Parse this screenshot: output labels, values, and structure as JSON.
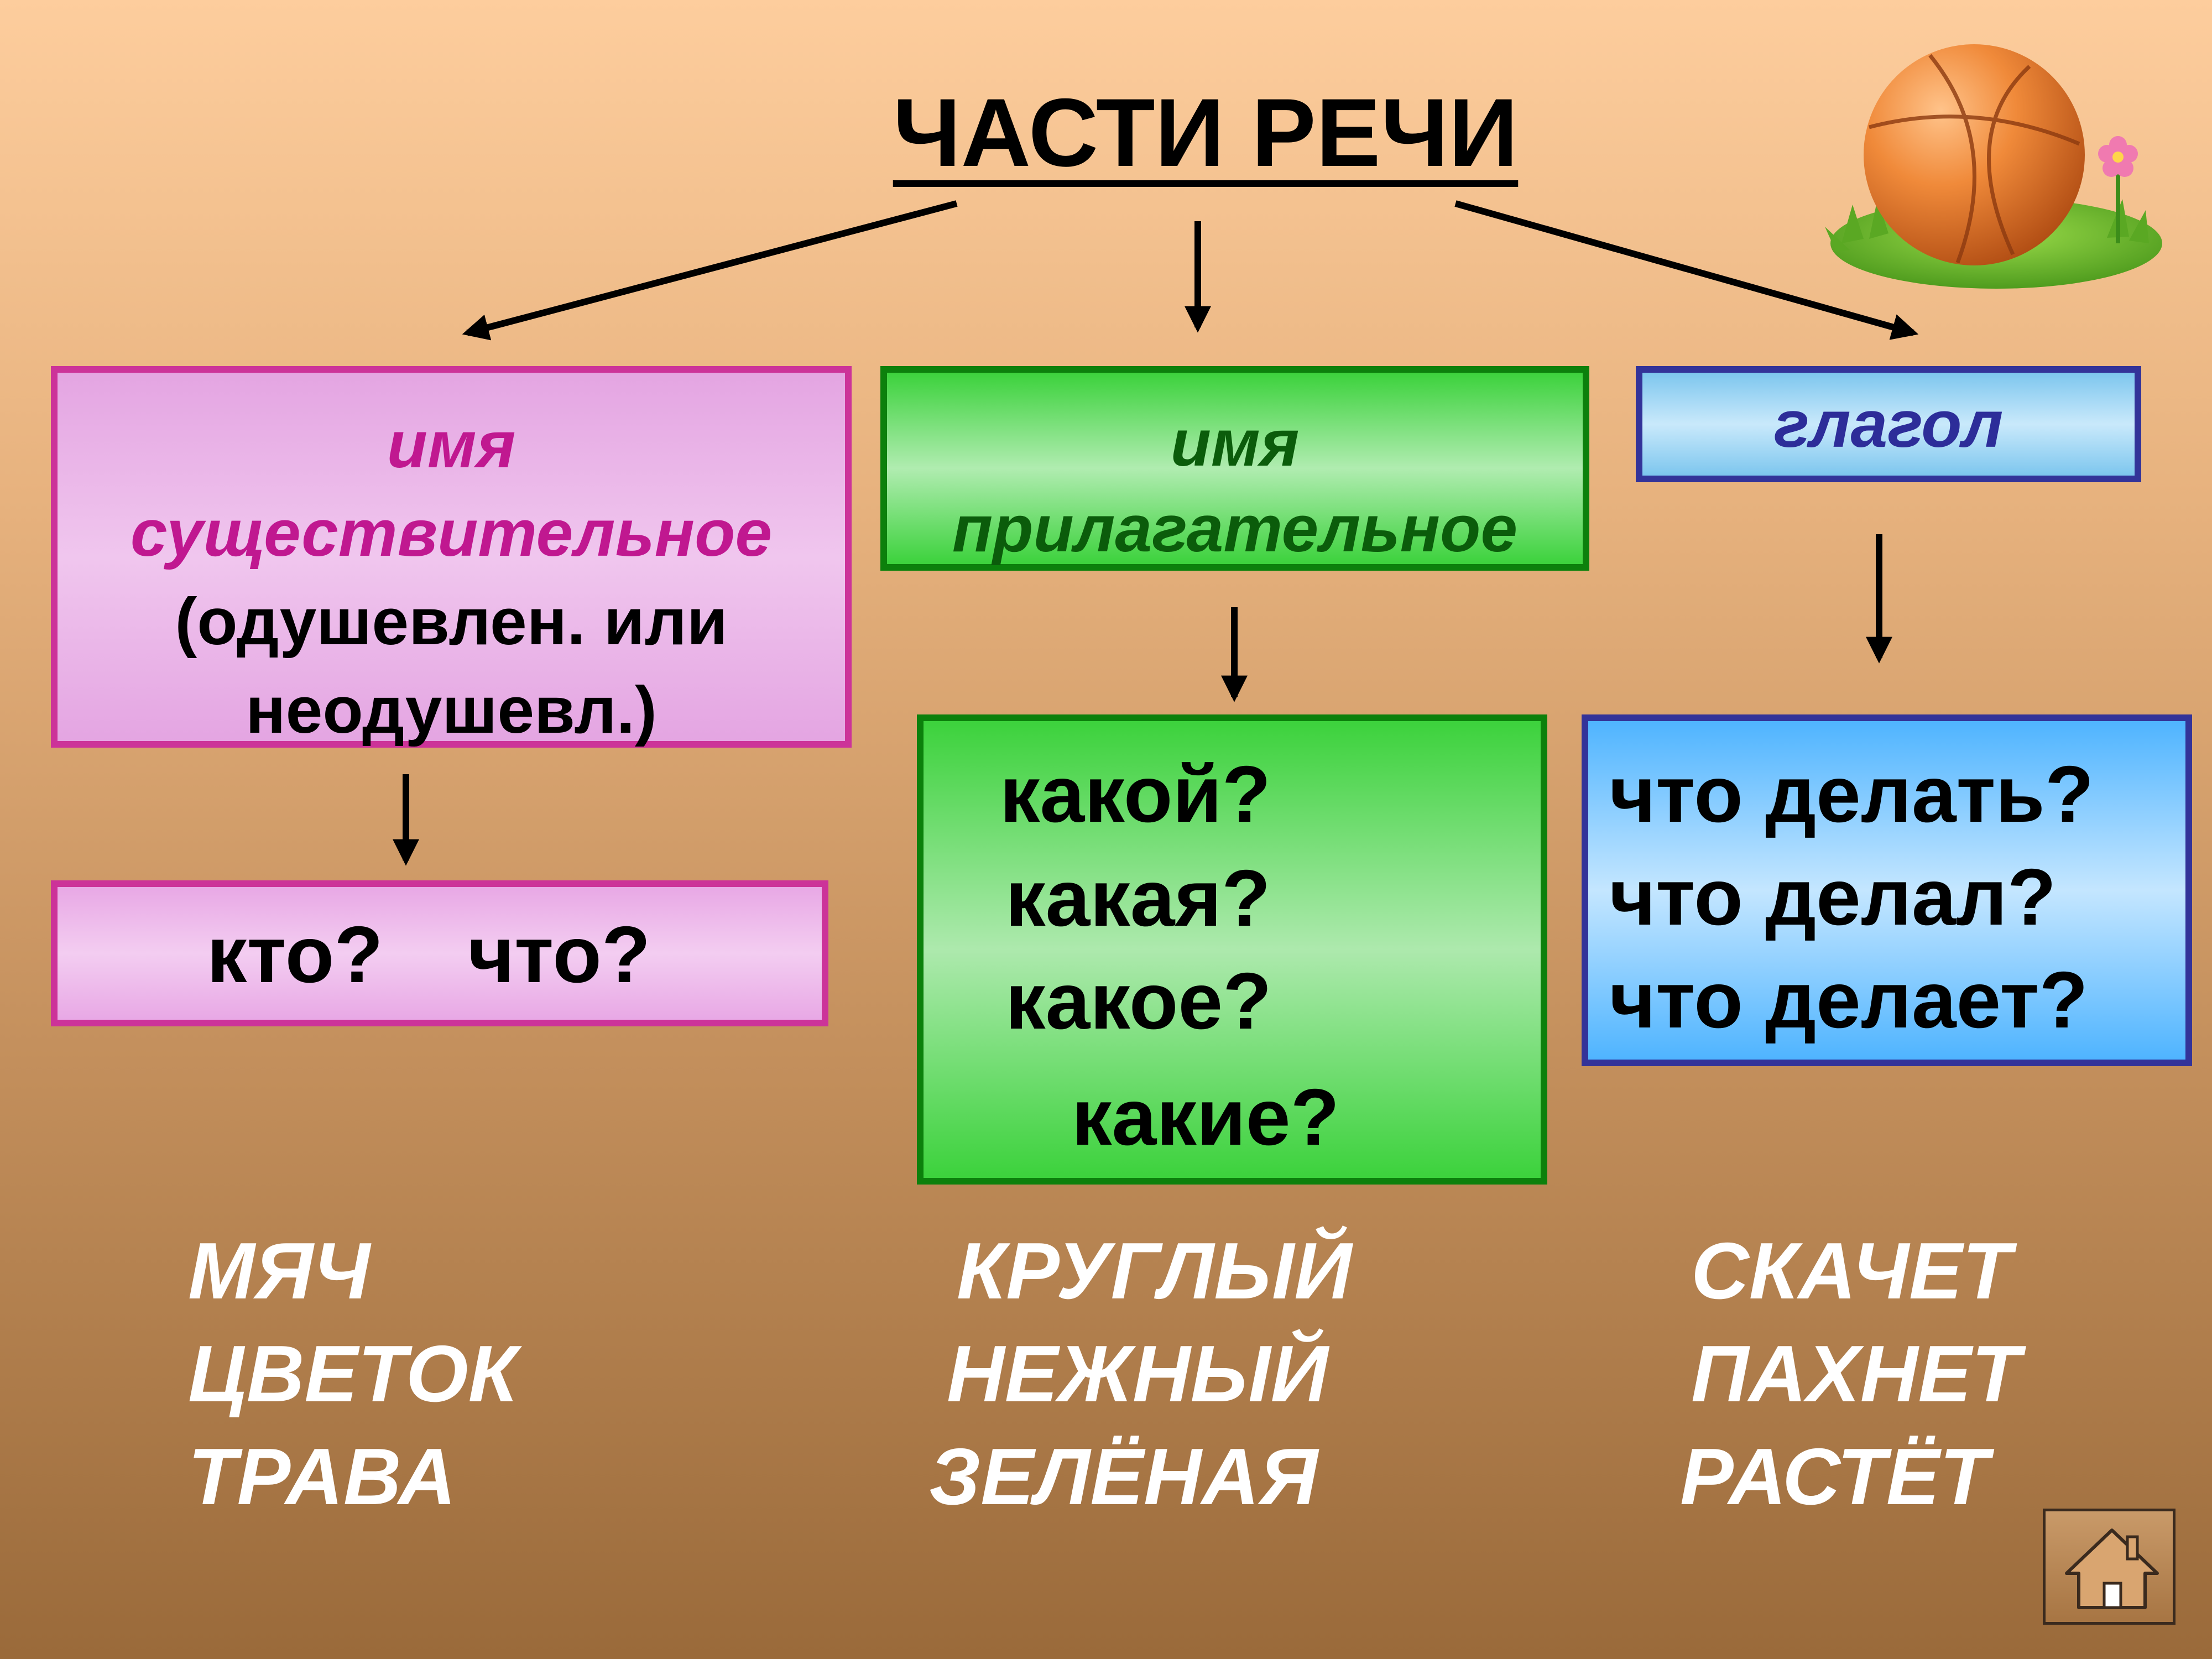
{
  "title": "ЧАСТИ РЕЧИ",
  "noun": {
    "name_line1": "имя",
    "name_line2": "существительное",
    "note_line1": "(одушевлен. или",
    "note_line2": "неодушевл.)",
    "questions": [
      "кто?",
      "что?"
    ],
    "examples": [
      "МЯЧ",
      "ЦВЕТОК",
      "ТРАВА"
    ]
  },
  "adjective": {
    "name_line1": "имя",
    "name_line2": "прилагательное",
    "questions": [
      "какой?",
      "какая?",
      "какое?",
      "какие?"
    ],
    "examples": [
      "КРУГЛЫЙ",
      "НЕЖНЫЙ",
      "ЗЕЛЁНАЯ"
    ]
  },
  "verb": {
    "name": "глагол",
    "questions": [
      "что делать?",
      "что делал?",
      "что делает?"
    ],
    "examples": [
      "СКАЧЕТ",
      "ПАХНЕТ",
      "РАСТЁТ"
    ]
  },
  "icons": {
    "illustration": "basketball-on-grass-illustration",
    "home": "home-icon"
  },
  "colors": {
    "noun_accent": "#cc3399",
    "adjective_accent": "#0c800c",
    "verb_accent": "#333399"
  }
}
